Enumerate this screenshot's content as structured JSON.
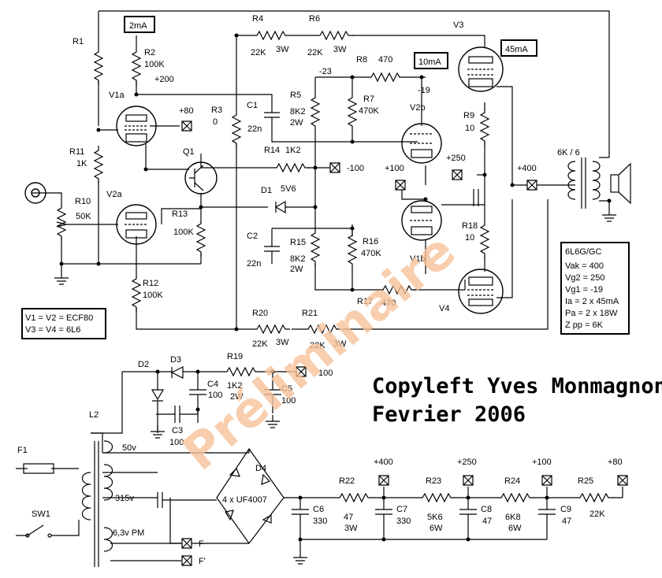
{
  "tubes": {
    "v1a": "V1a",
    "v2a": "V2a",
    "v2b": "V2b",
    "v1b": "V1b",
    "v3": "V3",
    "v4": "V4",
    "q1": "Q1"
  },
  "resistors": {
    "r1": "R1",
    "r2": "R2",
    "r2_val": "100K",
    "r3": "R3",
    "r3_val": "0",
    "r4": "R4",
    "r4_val": "22K",
    "r4_w": "3W",
    "r6": "R6",
    "r6_val": "22K",
    "r6_w": "3W",
    "r5": "R5",
    "r5_val": "8K2",
    "r5_w": "2W",
    "r7": "R7",
    "r7_val": "470K",
    "r8": "R8",
    "r8_val": "470",
    "r9": "R9",
    "r9_val": "10",
    "r10": "R10",
    "r10_val": "50K",
    "r11": "R11",
    "r11_val": "1K",
    "r12": "R12",
    "r12_val": "100K",
    "r13": "R13",
    "r13_val": "100K",
    "r14": "R14",
    "r14_val": "1K2",
    "r15": "R15",
    "r15_val": "8K2",
    "r15_w": "2W",
    "r16": "R16",
    "r16_val": "470K",
    "r17": "R17",
    "r17_val": "470",
    "r18": "R18",
    "r18_val": "10",
    "r19": "R19",
    "r19_val": "1K2",
    "r19_w": "2W",
    "r20": "R20",
    "r20_val": "22K",
    "r20_w": "3W",
    "r21": "R21",
    "r21_val": "22K",
    "r21_w": "3W",
    "r22": "R22",
    "r22_val": "47",
    "r22_w": "3W",
    "r23": "R23",
    "r23_val": "5K6",
    "r23_w": "6W",
    "r24": "R24",
    "r24_val": "6K8",
    "r24_w": "6W",
    "r25": "R25",
    "r25_val": "22K"
  },
  "capacitors": {
    "c1": "C1",
    "c1_val": "22n",
    "c2": "C2",
    "c2_val": "22n",
    "c3": "C3",
    "c3_val": "100",
    "c4": "C4",
    "c4_val": "100",
    "c5": "C5",
    "c5_val": "100",
    "c6": "C6",
    "c6_val": "330",
    "c7": "C7",
    "c7_val": "330",
    "c8": "C8",
    "c8_val": "47",
    "c9": "C9",
    "c9_val": "47"
  },
  "diodes": {
    "d1": "D1",
    "d1_val": "5V6",
    "d2": "D2",
    "d3": "D3",
    "d4": "D4",
    "d4_val": "4 x UF4007"
  },
  "misc": {
    "l2": "L2",
    "f1": "F1",
    "sw1": "SW1",
    "v50": "50v",
    "v315": "315v",
    "v63": "6,3v PM",
    "f": "F",
    "fp": "F'",
    "opt": "6K / 6"
  },
  "voltages": {
    "p200": "+200",
    "p80": "+80",
    "m23": "-23",
    "m19": "-19",
    "m100": "-100",
    "p100a": "+100",
    "p250a": "+250",
    "p400a": "+400",
    "n100": "100",
    "p400": "+400",
    "p250": "+250",
    "p100": "+100",
    "p80b": "+80"
  },
  "currents": {
    "i2": "2mA",
    "i10": "10mA",
    "i45": "45mA"
  },
  "legend": {
    "l1": "V1 = V2 = ECF80",
    "l2": "V3 = V4 = 6L6"
  },
  "specs": {
    "title": "6L6G/GC",
    "lines": [
      "Vak = 400",
      "Vg2 = 250",
      "Vg1 = -19",
      "Ia = 2 x 45mA",
      "Pa = 2 x 18W",
      "Z pp = 6K"
    ]
  },
  "watermark": "Préliminaire",
  "copyleft": "Copyleft Yves Monmagnon",
  "date": "Fevrier 2006"
}
